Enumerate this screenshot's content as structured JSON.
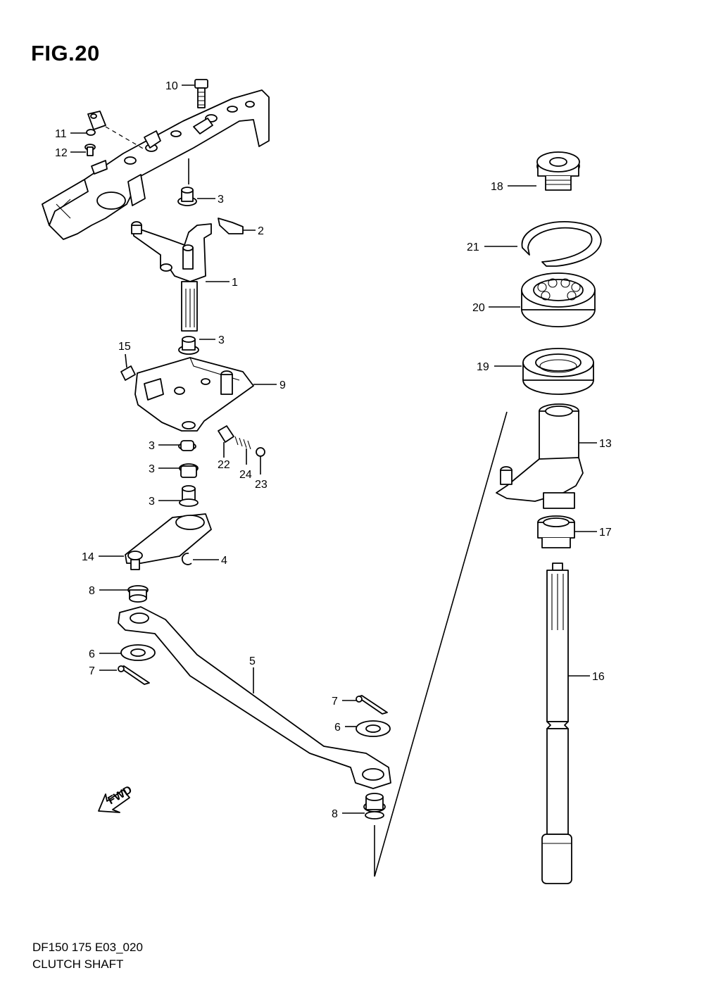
{
  "figure_title": "FIG.20",
  "footer": {
    "code": "DF150 175 E03_020",
    "name": "CLUTCH SHAFT"
  },
  "fwd_label": "FWD",
  "callouts": {
    "c10": "10",
    "c11": "11",
    "c12": "12",
    "c3a": "3",
    "c2": "2",
    "c1": "1",
    "c3b": "3",
    "c15": "15",
    "c9": "9",
    "c3c": "3",
    "c3d": "3",
    "c3e": "3",
    "c22": "22",
    "c24": "24",
    "c23": "23",
    "c14": "14",
    "c4": "4",
    "c8a": "8",
    "c6a": "6",
    "c7a": "7",
    "c5": "5",
    "c7b": "7",
    "c6b": "6",
    "c8b": "8",
    "c18": "18",
    "c21": "21",
    "c20": "20",
    "c19": "19",
    "c13": "13",
    "c17": "17",
    "c16": "16"
  }
}
